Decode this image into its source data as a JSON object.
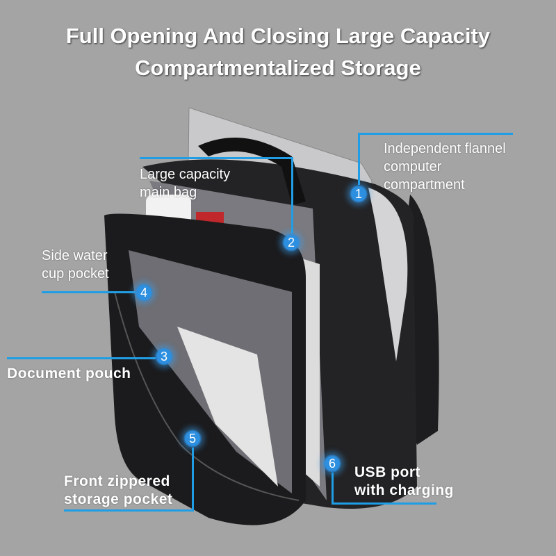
{
  "title": {
    "line1": "Full Opening And Closing Large Capacity",
    "line2": "Compartmentalized Storage"
  },
  "callouts": [
    {
      "number": "1",
      "lines": [
        "Independent flannel",
        "computer",
        "compartment"
      ]
    },
    {
      "number": "2",
      "lines": [
        "Large capacity",
        "main bag"
      ]
    },
    {
      "number": "3",
      "lines": [
        "Document pouch"
      ]
    },
    {
      "number": "4",
      "lines": [
        "Side water",
        "cup pocket"
      ]
    },
    {
      "number": "5",
      "lines": [
        "Front zippered",
        "storage pocket"
      ]
    },
    {
      "number": "6",
      "lines": [
        "USB port",
        "with charging"
      ]
    }
  ],
  "colors": {
    "background": "#a4a4a4",
    "accent": "#1f9ee6",
    "bag": "#1c1c1e"
  }
}
